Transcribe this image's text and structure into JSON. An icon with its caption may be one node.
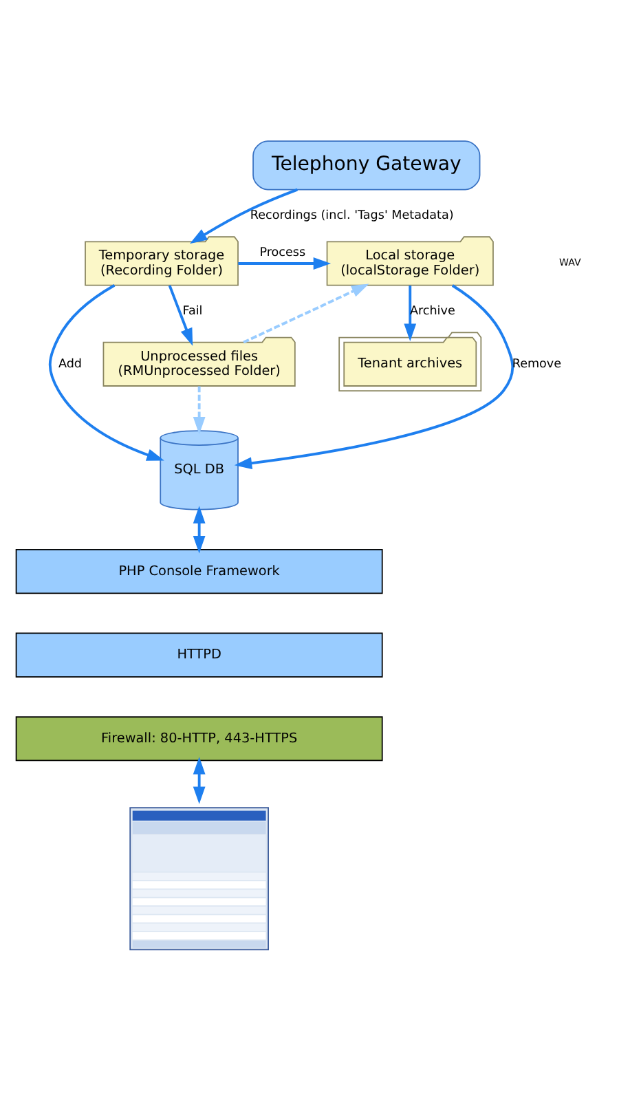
{
  "diagram": {
    "nodes": [
      {
        "text": [
          "Telephony Gateway"
        ]
      },
      {
        "text": [
          "Temporary storage",
          "(Recording Folder)"
        ]
      },
      {
        "text": [
          "Local storage",
          "(localStorage Folder)"
        ]
      },
      {
        "text": [
          "Unprocessed files",
          "(RMUnprocessed Folder)"
        ]
      },
      {
        "text": [
          "Tenant archives"
        ]
      },
      {
        "text": [
          "SQL DB"
        ]
      },
      {
        "text": [
          "PHP Console Framework"
        ]
      },
      {
        "text": [
          "HTTPD"
        ]
      },
      {
        "text": [
          "Firewall: 80-HTTP, 443-HTTPS"
        ]
      },
      {
        "text": [],
        "shape": "picture"
      }
    ],
    "edges": [
      {
        "from": 0,
        "to": 1,
        "arrow": "to",
        "label": "Recordings (incl. 'Tags' Metadata)"
      },
      {
        "from": 1,
        "to": 2,
        "arrow": "to",
        "label": "Process"
      },
      {
        "from": 1,
        "to": 3,
        "arrow": "to",
        "label": "Fail"
      },
      {
        "from": 3,
        "to": 2,
        "arrow": "to",
        "style": "dashed",
        "color": "#99ccff"
      },
      {
        "from": 3,
        "to": 5,
        "arrow": "to",
        "style": "dashed",
        "color": "#99ccff"
      },
      {
        "from": 1,
        "to": 5,
        "arrow": "to",
        "label": "Add"
      },
      {
        "from": 2,
        "to": 5,
        "arrow": "to",
        "label": "Remove"
      },
      {
        "from": 2,
        "to": 4,
        "arrow": "to",
        "label": "Archive"
      },
      {
        "from": 5,
        "to": 6,
        "arrow": "both"
      },
      {
        "from": 8,
        "to": 9,
        "arrow": "both"
      }
    ],
    "labels": [
      "WAV"
    ]
  }
}
